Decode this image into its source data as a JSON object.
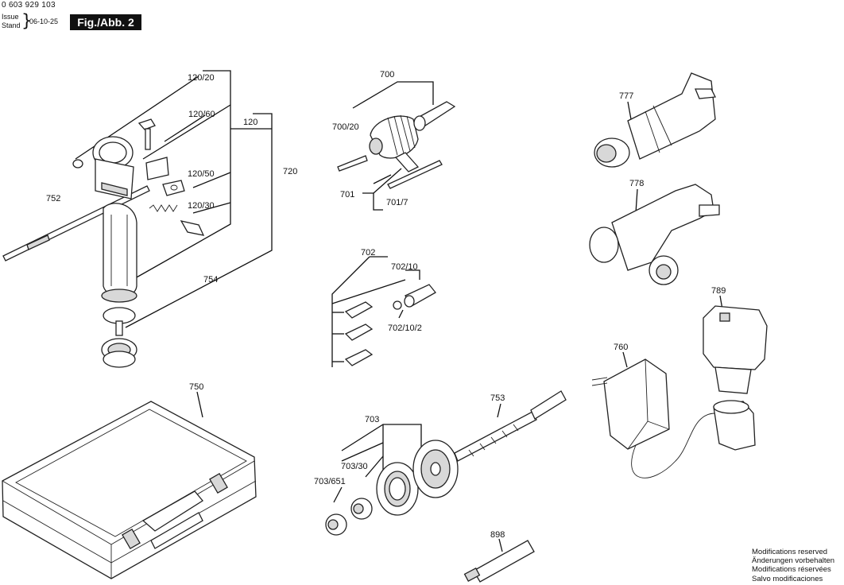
{
  "header": {
    "part_number": "0 603 929 103",
    "issue_label": "Issue",
    "stand_label": "Stand",
    "date": "06-10-25",
    "figure_label": "Fig./Abb. 2"
  },
  "callouts": {
    "c120_20": "120/20",
    "c120_60": "120/60",
    "c120": "120",
    "c120_50": "120/50",
    "c120_30": "120/30",
    "c720": "720",
    "c752": "752",
    "c754": "754",
    "c700": "700",
    "c700_20": "700/20",
    "c701": "701",
    "c701_7": "701/7",
    "c777": "777",
    "c778": "778",
    "c702": "702",
    "c702_10": "702/10",
    "c702_10_2": "702/10/2",
    "c789": "789",
    "c760": "760",
    "c750": "750",
    "c703": "703",
    "c753": "753",
    "c703_30": "703/30",
    "c703_651": "703/651",
    "c898": "898"
  },
  "footer": {
    "line1": "Modifications reserved",
    "line2": "Änderungen vorbehalten",
    "line3": "Modifications réservées",
    "line4": "Salvo modificaciones"
  }
}
